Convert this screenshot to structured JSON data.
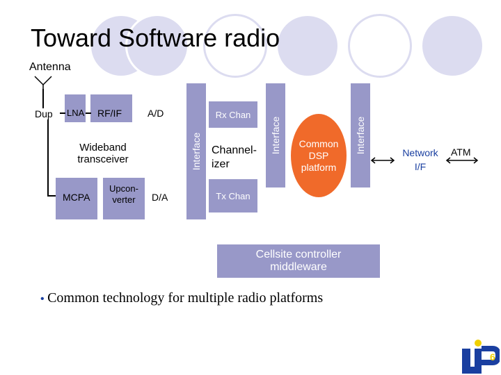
{
  "slide": {
    "title": "Toward Software radio",
    "antenna_label": "Antenna",
    "bullet": "Common technology for multiple radio platforms",
    "bullet_symbol": "•"
  },
  "blocks": {
    "dup": "Dup",
    "lna": "LNA",
    "rf_if": "RF/IF",
    "ad": "A/D",
    "wideband": "Wideband transceiver",
    "mcpa": "MCPA",
    "upconverter": "Upcon-verter",
    "da": "D/A",
    "interface1": "Interface",
    "rx_chan": "Rx Chan",
    "channelizer": "Channel-izer",
    "tx_chan": "Tx Chan",
    "interface2": "Interface",
    "common_dsp": "Common DSP platform",
    "interface3": "Interface",
    "network_if": "Network I/F",
    "atm": "ATM",
    "cellsite": "Cellsite controller middleware"
  },
  "logo": {
    "page_number": "6"
  },
  "colors": {
    "block": "#9898c8",
    "dsp": "#f06a2a",
    "circle": "#dcdcf0",
    "interface_text": "#ffffff",
    "logo_blue": "#1a3fa0",
    "logo_yellow": "#f0d000"
  }
}
